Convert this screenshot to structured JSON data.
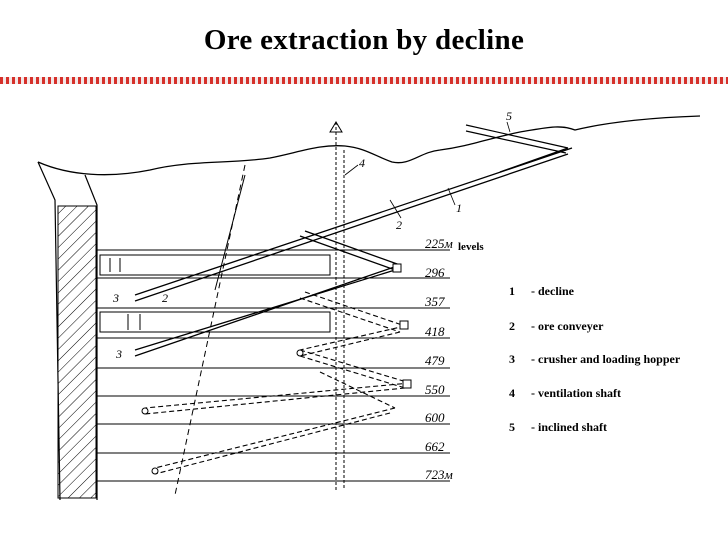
{
  "title": "Ore extraction by decline",
  "band": {
    "color_a": "#d6302a",
    "color_b": "#f2e8e8"
  },
  "levels_word": "levels",
  "levels": [
    "225м",
    "296",
    "357",
    "418",
    "479",
    "550",
    "600",
    "662",
    "723м"
  ],
  "callouts": [
    "1",
    "2",
    "3",
    "3",
    "4",
    "5",
    "2"
  ],
  "legend": [
    {
      "num": "1",
      "text": "- decline"
    },
    {
      "num": "2",
      "text": "-  ore conveyer"
    },
    {
      "num": "3",
      "text": "- crusher and loading hopper"
    },
    {
      "num": "4",
      "text": "-  ventilation shaft"
    },
    {
      "num": "5",
      "text": "- inclined shaft"
    }
  ]
}
